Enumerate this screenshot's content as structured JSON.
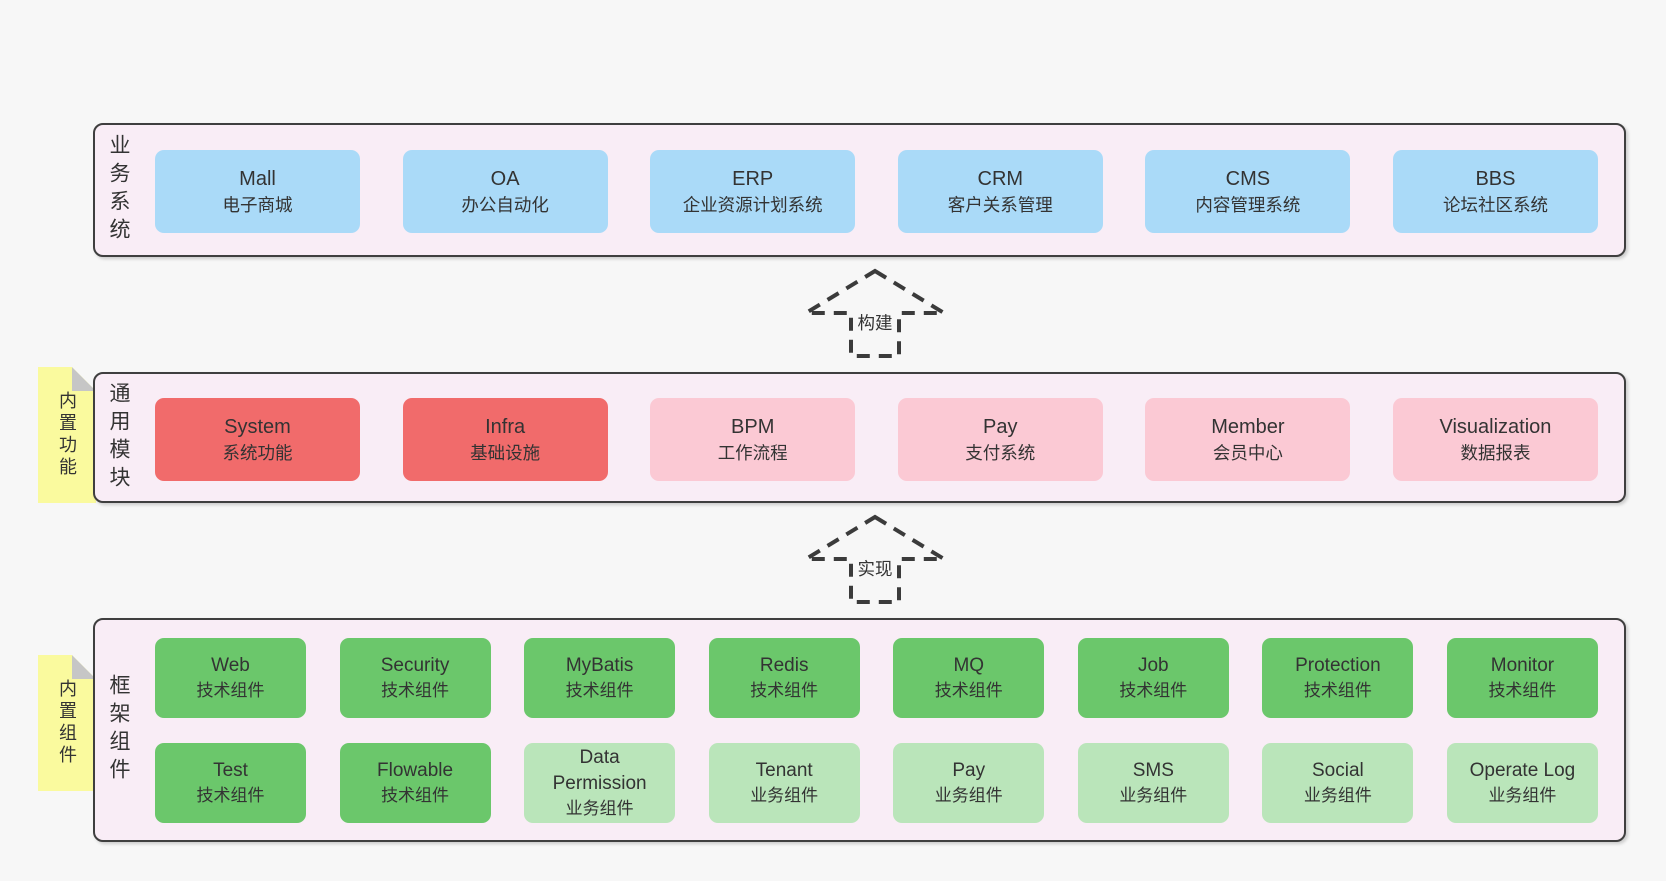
{
  "colors": {
    "page_bg": "#f7f7f7",
    "panel_bg": "#f9edf6",
    "panel_border": "#3f3f3f",
    "blue": "#aadaf8",
    "red": "#f16b6b",
    "pink": "#fbc9d4",
    "green": "#6bc76b",
    "lightgreen": "#bae5ba",
    "note_bg": "#fafa9e",
    "note_fold": "#c6c6c6",
    "arrow": "#3b3b3b",
    "text": "#333333"
  },
  "layers": {
    "business": {
      "label": "业务系统",
      "boxes": [
        {
          "en": "Mall",
          "cn": "电子商城",
          "variant": "blue"
        },
        {
          "en": "OA",
          "cn": "办公自动化",
          "variant": "blue"
        },
        {
          "en": "ERP",
          "cn": "企业资源计划系统",
          "variant": "blue"
        },
        {
          "en": "CRM",
          "cn": "客户关系管理",
          "variant": "blue"
        },
        {
          "en": "CMS",
          "cn": "内容管理系统",
          "variant": "blue"
        },
        {
          "en": "BBS",
          "cn": "论坛社区系统",
          "variant": "blue"
        }
      ]
    },
    "modules": {
      "label": "通用模块",
      "note": "内置功能",
      "boxes": [
        {
          "en": "System",
          "cn": "系统功能",
          "variant": "red"
        },
        {
          "en": "Infra",
          "cn": "基础设施",
          "variant": "red"
        },
        {
          "en": "BPM",
          "cn": "工作流程",
          "variant": "pink"
        },
        {
          "en": "Pay",
          "cn": "支付系统",
          "variant": "pink"
        },
        {
          "en": "Member",
          "cn": "会员中心",
          "variant": "pink"
        },
        {
          "en": "Visualization",
          "cn": "数据报表",
          "variant": "pink"
        }
      ]
    },
    "components": {
      "label": "框架组件",
      "note": "内置组件",
      "rows": [
        [
          {
            "en": "Web",
            "cn": "技术组件",
            "variant": "green"
          },
          {
            "en": "Security",
            "cn": "技术组件",
            "variant": "green"
          },
          {
            "en": "MyBatis",
            "cn": "技术组件",
            "variant": "green"
          },
          {
            "en": "Redis",
            "cn": "技术组件",
            "variant": "green"
          },
          {
            "en": "MQ",
            "cn": "技术组件",
            "variant": "green"
          },
          {
            "en": "Job",
            "cn": "技术组件",
            "variant": "green"
          },
          {
            "en": "Protection",
            "cn": "技术组件",
            "variant": "green"
          },
          {
            "en": "Monitor",
            "cn": "技术组件",
            "variant": "green"
          }
        ],
        [
          {
            "en": "Test",
            "cn": "技术组件",
            "variant": "green"
          },
          {
            "en": "Flowable",
            "cn": "技术组件",
            "variant": "green"
          },
          {
            "en": "Data Permission",
            "cn": "业务组件",
            "variant": "lightgreen"
          },
          {
            "en": "Tenant",
            "cn": "业务组件",
            "variant": "lightgreen"
          },
          {
            "en": "Pay",
            "cn": "业务组件",
            "variant": "lightgreen"
          },
          {
            "en": "SMS",
            "cn": "业务组件",
            "variant": "lightgreen"
          },
          {
            "en": "Social",
            "cn": "业务组件",
            "variant": "lightgreen"
          },
          {
            "en": "Operate Log",
            "cn": "业务组件",
            "variant": "lightgreen"
          }
        ]
      ]
    }
  },
  "arrows": {
    "build": "构建",
    "implement": "实现"
  }
}
